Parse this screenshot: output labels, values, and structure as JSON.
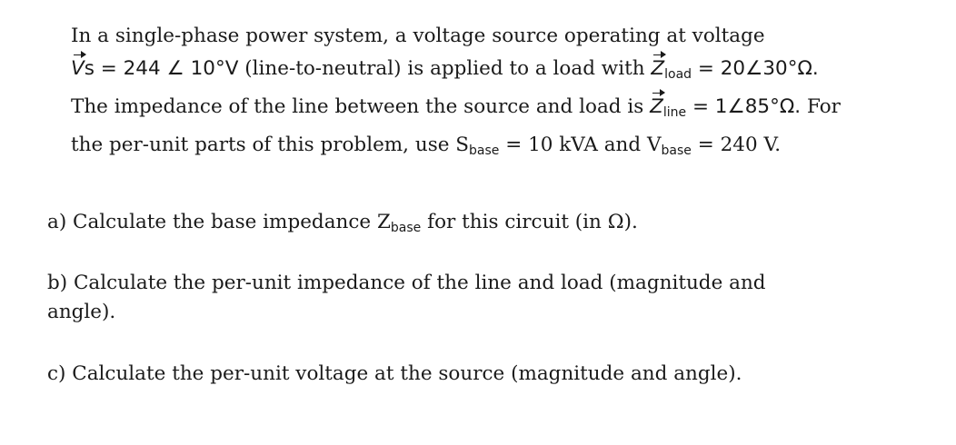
{
  "intro": {
    "l1": "In a single-phase power system, a voltage source operating at voltage",
    "l2_vs": "V",
    "l2_vs_sub": "s",
    "l2_eq1": " = 244 ∠ 10°V ",
    "l2_mid": " (line-to-neutral) is applied to a load with ",
    "l2_z": "Z",
    "l2_z_sub": "load",
    "l2_eq2": " = 20∠30°Ω.",
    "l3_pre": "The impedance of the line between the source and load is ",
    "l3_z": "Z",
    "l3_z_sub": "line",
    "l3_eq": " = 1∠85°Ω.",
    "l3_post": " For",
    "l4_pre": "the per-unit parts of this problem, use S",
    "l4_s_sub": "base",
    "l4_mid": " = 10 kVA and V",
    "l4_v_sub": "base",
    "l4_post": " = 240 V."
  },
  "questions": {
    "a_pre": "a) Calculate the base impedance Z",
    "a_sub": "base",
    "a_post": " for this circuit (in Ω).",
    "b_l1": "b) Calculate the per-unit impedance of the line and load (magnitude and",
    "b_l2": "angle).",
    "c": "c) Calculate the per-unit voltage at the source (magnitude and angle)."
  }
}
